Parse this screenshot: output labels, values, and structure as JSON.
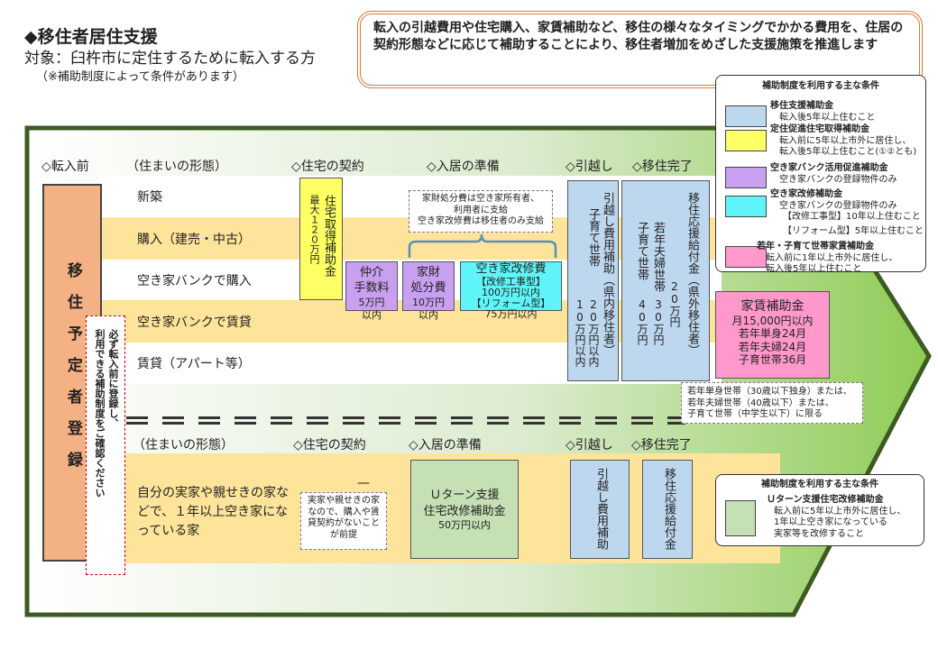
{
  "title": "◆移住者居住支援",
  "target": "対象：臼杵市に定住するために転入する方",
  "note": "（※補助制度によって条件があります）",
  "intro": "転入の引越費用や住宅購入、家賃補助など、移住の様々なタイミングでかかる費用を、住居の契約形態などに応じて補助することにより、移住者増加をめざした支援施策を推進します",
  "colors": {
    "blue": "#bdd7ee",
    "yellow": "#ffff66",
    "purple": "#c9a0f0",
    "cyan": "#5ff5f8",
    "pink": "#ff99cc",
    "green": "#c5e0b4",
    "stripe": "#fde49a",
    "orange": "#f4b183"
  },
  "stages_top": [
    "◇転入前",
    "（住まいの形態）",
    "◇住宅の契約",
    "◇入居の準備",
    "◇引越し",
    "◇移住完了"
  ],
  "stages_bottom": [
    "（住まいの形態）",
    "◇住宅の契約",
    "◇入居の準備",
    "◇引越し",
    "◇移住完了"
  ],
  "rows": [
    "新築",
    "購入（建売・中古）",
    "空き家バンクで購入",
    "空き家バンクで賃貸",
    "賃貸（アパート等）"
  ],
  "registration": "移住予定者登録",
  "registration_note": [
    "必ず転入前に登録し、",
    "利用できる補助制度をご確認ください"
  ],
  "housing_subsidy": [
    "住宅取得補助金",
    "最大１２０万円"
  ],
  "brokerage": [
    "仲介",
    "手数料",
    "5万円",
    "以内"
  ],
  "disposal": [
    "家財",
    "処分費",
    "10万円",
    "以内"
  ],
  "renovation": [
    "空き家改修費",
    "【改修工事型】",
    "100万円以内",
    "【リフォーム型】",
    "75万円以内"
  ],
  "payment_note": [
    "家財処分費は空き家所有者、",
    "利用者に支給",
    "空き家改修費は移住者のみ支給"
  ],
  "moving": {
    "title": "引越し費用補助（県内移住者）",
    "child": "子育て世帯",
    "child_amt": "20万円以内",
    "base_amt": "10万円以内"
  },
  "support": {
    "title": "移住応援給付金（県外移住者）",
    "base_amt": "20万円",
    "couple": "若年夫婦世帯",
    "couple_amt": "30万円",
    "child": "子育て世帯",
    "child_amt": "40万円"
  },
  "rent": [
    "家賃補助金",
    "月15,000円以内",
    "若年単身24月",
    "若年夫婦24月",
    "子育世帯36月"
  ],
  "rent_note": [
    "若年単身世帯（30歳以下独身）または、",
    "若年夫婦世帯（40歳以下）または、",
    "子育て世帯（中学生以下）に限る"
  ],
  "legend_top": {
    "title": "補助制度を利用する主な条件",
    "items": [
      {
        "name": "移住支援補助金",
        "desc": [
          "転入後5年以上住むこと"
        ]
      },
      {
        "name": "定住促進住宅取得補助金",
        "desc": [
          "転入前に5年以上市外に居住し、",
          "転入後5年以上住むこと(①②とも)"
        ]
      },
      {
        "name": "空き家バンク活用促進補助金",
        "desc": [
          "空き家バンクの登録物件のみ"
        ]
      },
      {
        "name": "空き家改修補助金",
        "desc": [
          "空き家バンクの登録物件のみ",
          "【改修工事型】10年以上住むこと",
          "【リフォーム型】5年以上住むこと"
        ]
      },
      {
        "name": "若年・子育て世帯家賃補助金",
        "desc": [
          "転入前に1年以上市外に居住し、",
          "転入後5年以上住むこと"
        ]
      }
    ]
  },
  "bottom_row": "自分の実家や親せきの家などで、１年以上空き家になっている家",
  "bottom_dash": "—",
  "bottom_note": [
    "実家や親せきの家",
    "なので、購入や賃",
    "貸契約がないこと",
    "が前提"
  ],
  "uturn": [
    "Ｕターン支援",
    "住宅改修補助金",
    "50万円以内"
  ],
  "bottom_moving": "引越し費用補助",
  "bottom_support": "移住応援給付金",
  "legend_bottom": {
    "title": "補助制度を利用する主な条件",
    "name": "Ｕターン支援住宅改修補助金",
    "desc": [
      "転入前に5年以上市外に居住し、",
      "1年以上空き家になっている",
      "実家等を改修すること"
    ]
  }
}
